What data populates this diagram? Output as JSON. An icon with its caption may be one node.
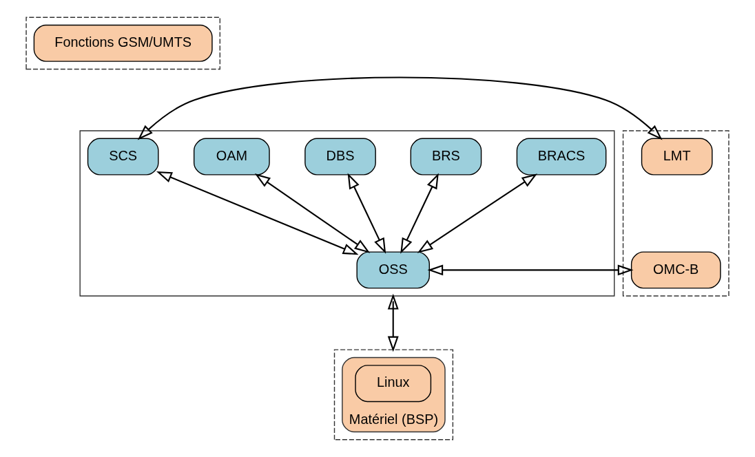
{
  "diagram": {
    "nodes": [
      {
        "text": [],
        "shape": "box"
      },
      {
        "text": [
          "Fonctions GSM/UMTS"
        ],
        "in": 0
      },
      {
        "text": [],
        "shape": "box"
      },
      {
        "text": [
          "LMT"
        ],
        "in": 2
      },
      {
        "text": [
          "OMC-B"
        ],
        "in": 2
      },
      {
        "text": [],
        "shape": "box"
      },
      {
        "text": [
          "SCS"
        ],
        "in": 5
      },
      {
        "text": [
          "OAM"
        ],
        "in": 5
      },
      {
        "text": [
          "DBS"
        ],
        "in": 5
      },
      {
        "text": [
          "BRS"
        ],
        "in": 5
      },
      {
        "text": [
          "BRACS"
        ],
        "in": 5
      },
      {
        "text": [
          "OSS"
        ],
        "in": 5
      },
      {
        "text": [],
        "shape": "box"
      },
      {
        "text": [
          "Matériel (BSP)"
        ],
        "in": 12
      },
      {
        "text": [
          "Linux"
        ],
        "in": 13
      }
    ],
    "edges": [
      {
        "from": 3,
        "to": 6,
        "arrow": "both"
      },
      {
        "from": 4,
        "to": 11,
        "arrow": "both"
      },
      {
        "from": 6,
        "to": 11,
        "arrow": "both"
      },
      {
        "from": 7,
        "to": 11,
        "arrow": "both"
      },
      {
        "from": 8,
        "to": 11,
        "arrow": "both"
      },
      {
        "from": 9,
        "to": 11,
        "arrow": "both"
      },
      {
        "from": 10,
        "to": 11,
        "arrow": "both"
      },
      {
        "from": 5,
        "to": 12,
        "arrow": "both"
      }
    ]
  }
}
